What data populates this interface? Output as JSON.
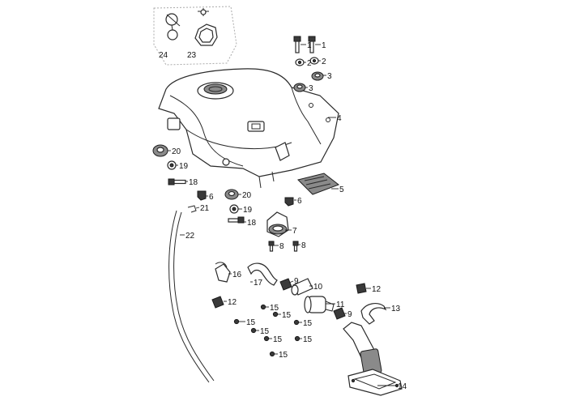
{
  "labels": {
    "c1": "1",
    "c2": "1",
    "c3": "2",
    "c4": "2",
    "c5": "3",
    "c6": "3",
    "c7": "4",
    "c8": "5",
    "c9": "6",
    "c10": "6",
    "c11": "7",
    "c12": "8",
    "c13": "8",
    "c14": "9",
    "c15": "9",
    "c16": "10",
    "c17": "11",
    "c18": "12",
    "c19": "12",
    "c20": "13",
    "c21": "14",
    "c22": "15",
    "c23": "15",
    "c24": "15",
    "c25": "15",
    "c26": "15",
    "c27": "15",
    "c28": "15",
    "c29": "15",
    "c30": "16",
    "c31": "17",
    "c32": "18",
    "c33": "18",
    "c34": "19",
    "c35": "19",
    "c36": "20",
    "c37": "20",
    "c38": "21",
    "c39": "22",
    "c40": "23",
    "c41": "24"
  }
}
